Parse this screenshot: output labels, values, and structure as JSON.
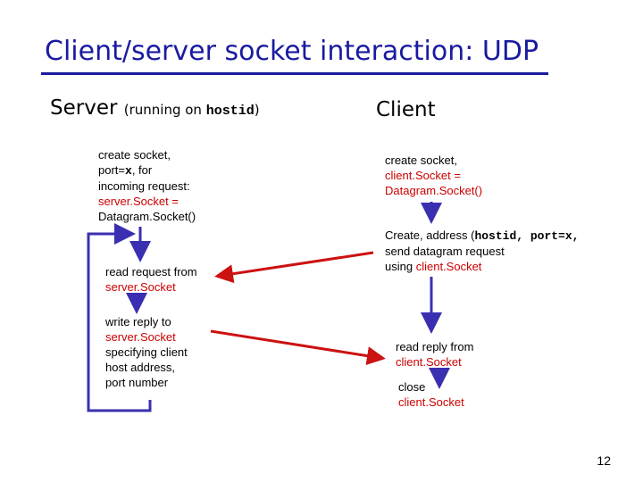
{
  "title": "Client/server socket interaction: UDP",
  "server": {
    "heading": "Server",
    "running_prefix": "(running on ",
    "hostid": "hostid",
    "running_suffix": ")",
    "create": {
      "line1": "create socket,",
      "port_prefix": "port=",
      "port_var": "x",
      "port_suffix": ", for",
      "line3": "incoming request:",
      "line4": "server.Socket =",
      "line5": "Datagram.Socket()"
    },
    "read": {
      "line1": "read request from",
      "line2": "server.Socket"
    },
    "write": {
      "line1": "write reply to",
      "line2": "server.Socket",
      "line3": "specifying client",
      "line4": "host address,",
      "line5": "port number"
    }
  },
  "client": {
    "heading": "Client",
    "create": {
      "line1": "create socket,",
      "line2": "client.Socket =",
      "line3": "Datagram.Socket()"
    },
    "send": {
      "prefix": "Create, address (",
      "mono": "hostid, port=x,",
      "line2": "send datagram request",
      "line3_prefix": "using ",
      "line3_red": "client.Socket"
    },
    "read": {
      "line1": "read reply from",
      "line2": "client.Socket"
    },
    "close": {
      "line1": "close",
      "line2": "client.Socket"
    }
  },
  "page_number": "12",
  "colors": {
    "title": "#1a1aa0",
    "arrow_blue": "#3a2fb0",
    "arrow_red": "#cc1111",
    "highlight_text": "#cc0000"
  }
}
